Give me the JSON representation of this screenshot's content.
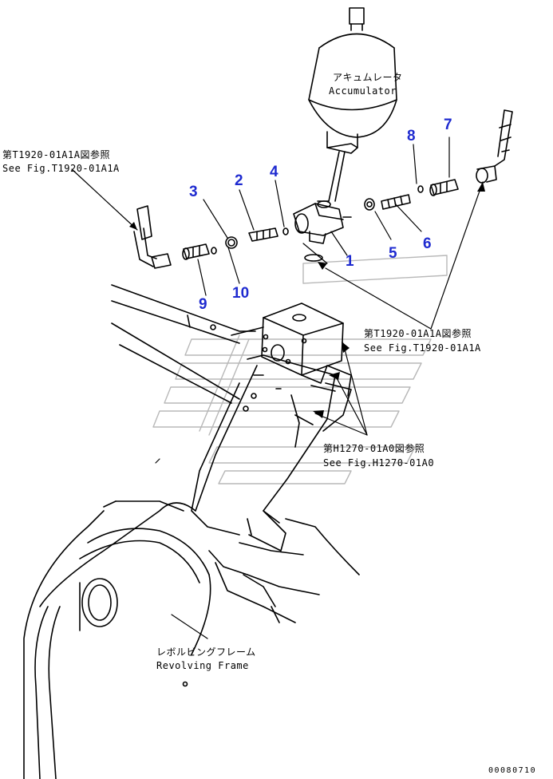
{
  "labels": {
    "accumulator_jp": "アキュムレータ",
    "accumulator_en": "Accumulator",
    "ref_top_jp": "第T1920-01A1A図参照",
    "ref_top_en": "See Fig.T1920-01A1A",
    "ref_mid_jp": "第T1920-01A1A図参照",
    "ref_mid_en": "See Fig.T1920-01A1A",
    "ref_low_jp": "第H1270-01A0図参照",
    "ref_low_en": "See Fig.H1270-01A0",
    "frame_jp": "レボルビングフレーム",
    "frame_en": "Revolving Frame"
  },
  "part_numbers": [
    "1",
    "2",
    "3",
    "4",
    "5",
    "6",
    "7",
    "8",
    "9",
    "10"
  ],
  "drawing_code": "00080710",
  "colors": {
    "callout": "#1f2bd0",
    "line": "#000000",
    "ghost": "#b8b8b8"
  }
}
